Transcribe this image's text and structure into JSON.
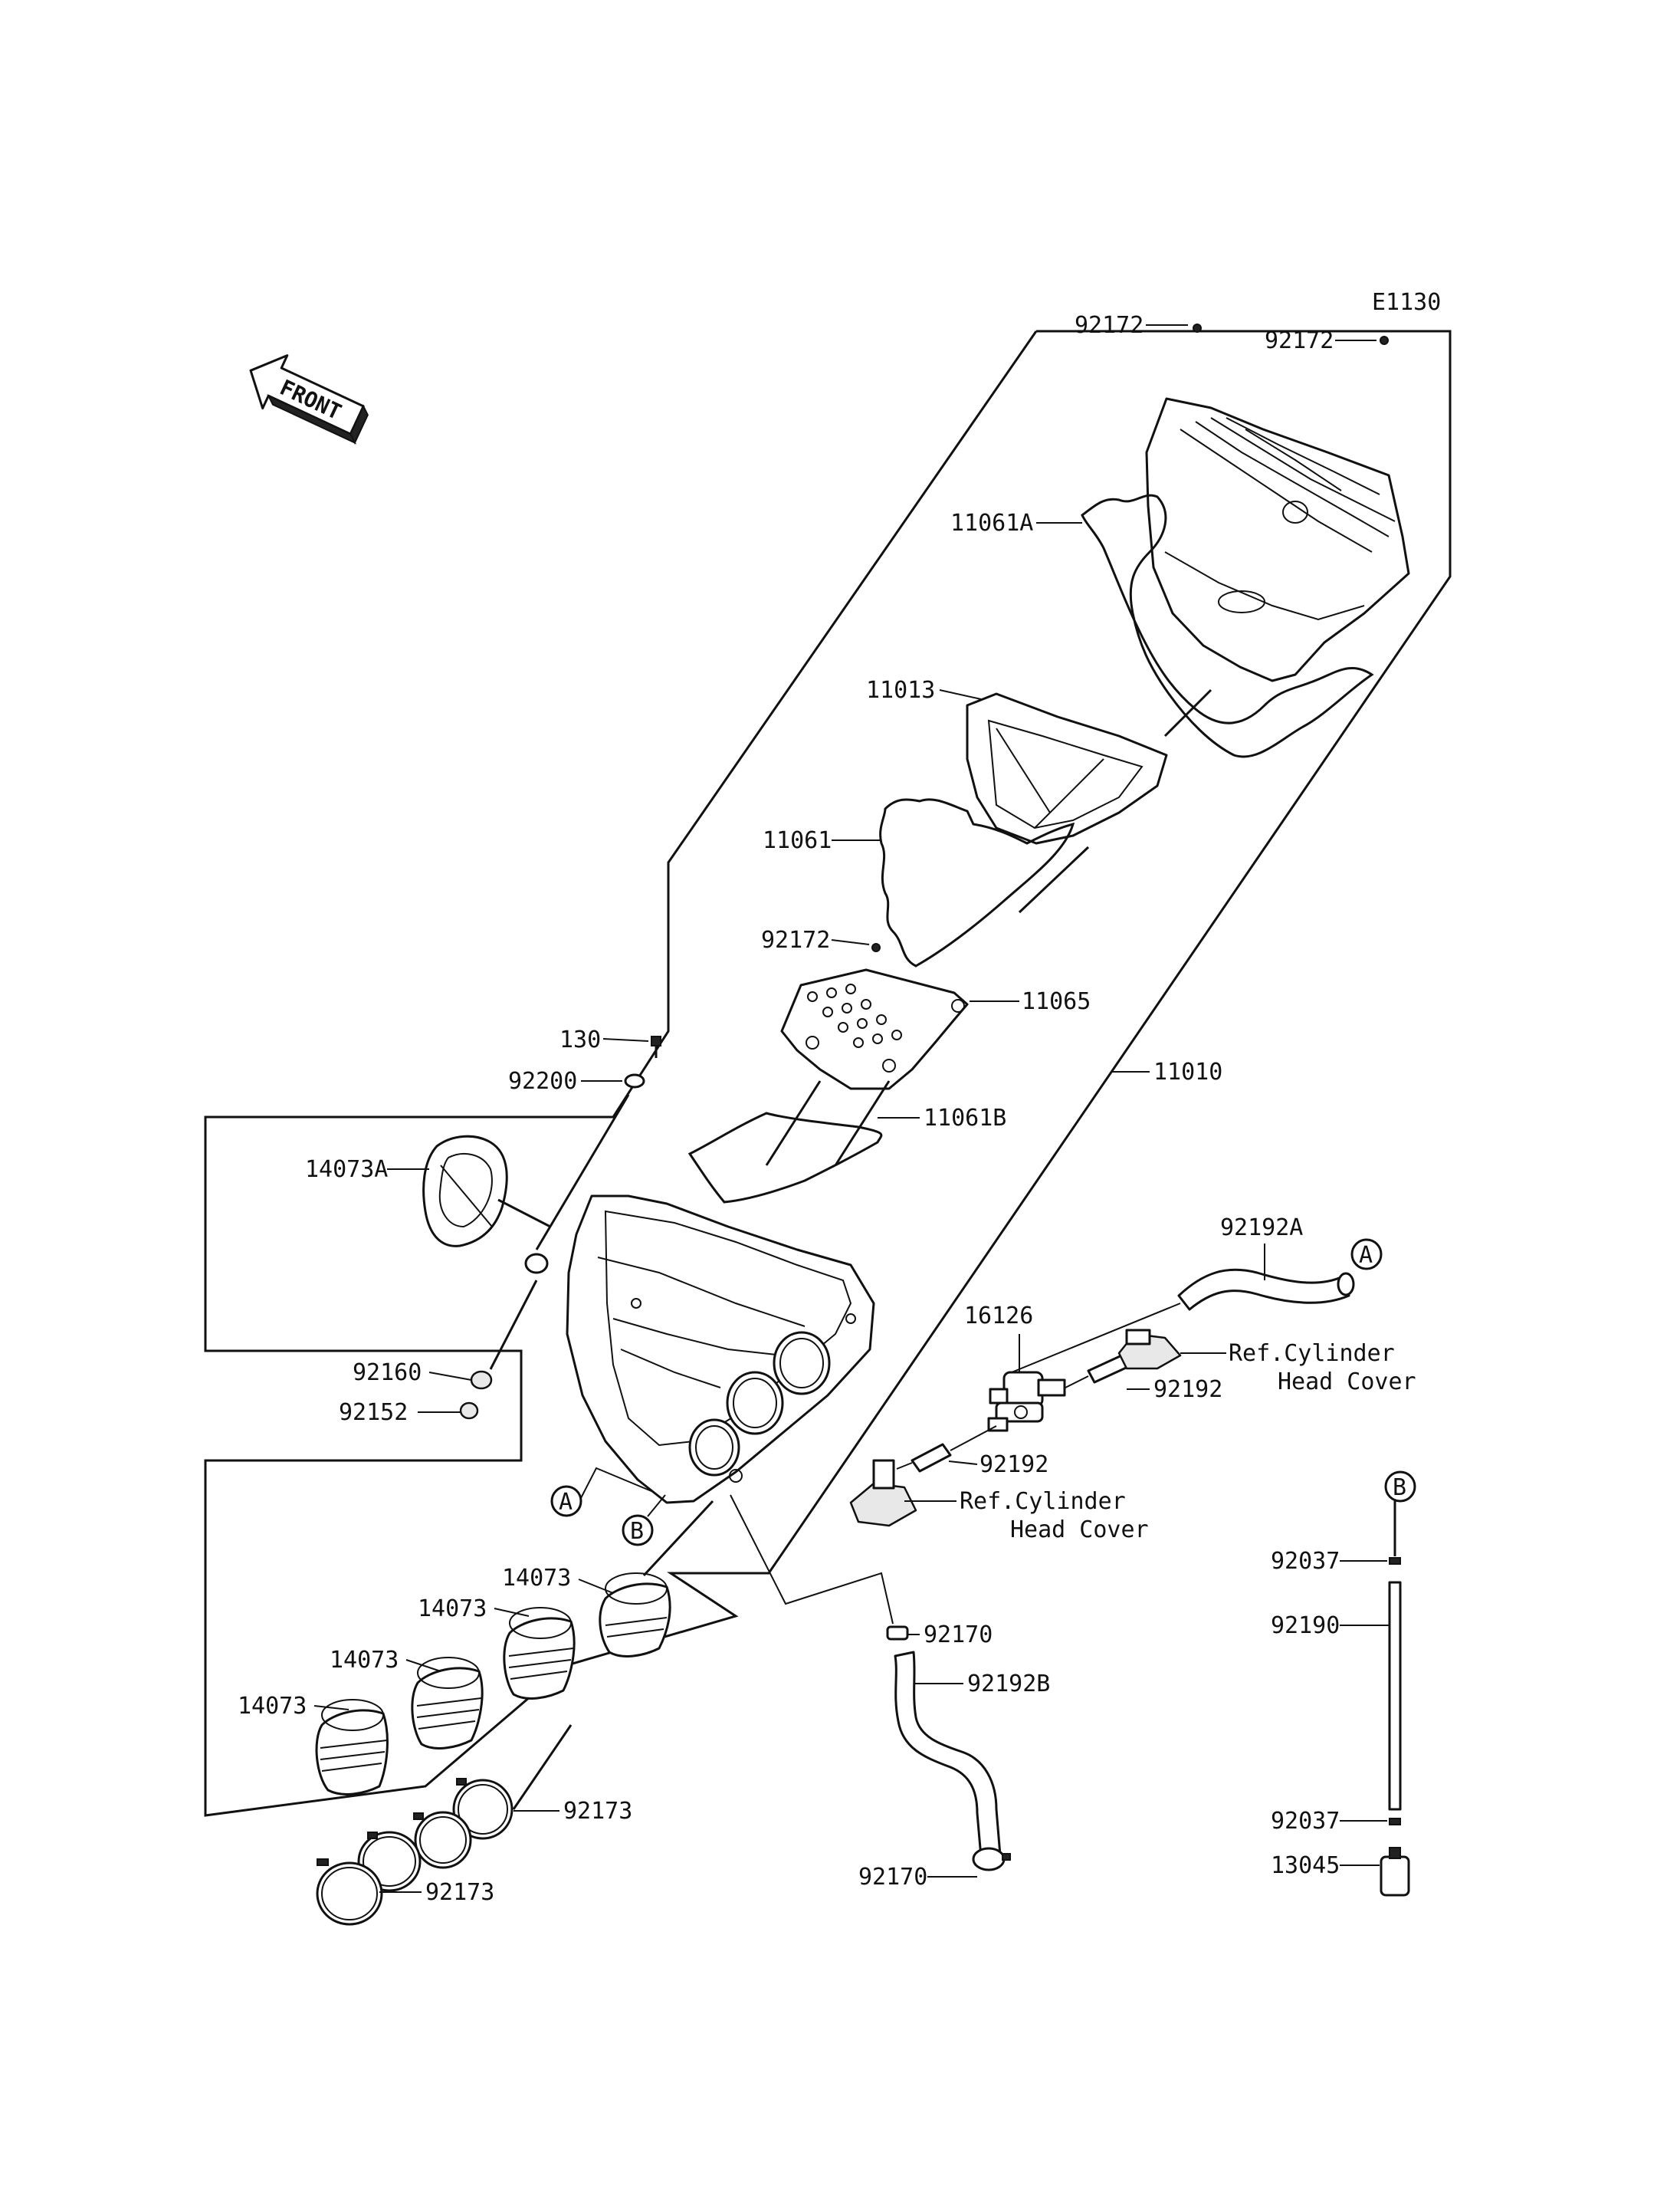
{
  "diagram_code": "E1130",
  "front_label": "FRONT",
  "callouts": {
    "a": "A",
    "b": "B"
  },
  "parts": {
    "p92172_top_left": "92172",
    "p92172_top_right": "92172",
    "p11061A": "11061A",
    "p11013": "11013",
    "p11061": "11061",
    "p92172_mid": "92172",
    "p11065": "11065",
    "p130": "130",
    "p92200": "92200",
    "p11061B": "11061B",
    "p11010": "11010",
    "p14073A": "14073A",
    "p92192A": "92192A",
    "p16126": "16126",
    "p92192_upper": "92192",
    "p92160": "92160",
    "p92152": "92152",
    "p92192_lower": "92192",
    "p14073_1": "14073",
    "p14073_2": "14073",
    "p14073_3": "14073",
    "p14073_4": "14073",
    "p92170_upper": "92170",
    "p92192B": "92192B",
    "p92173_upper": "92173",
    "p92173_lower": "92173",
    "p92170_lower": "92170",
    "p92037_upper": "92037",
    "p92190": "92190",
    "p92037_lower": "92037",
    "p13045": "13045"
  },
  "references": {
    "ref_upper_line1": "Ref.Cylinder",
    "ref_upper_line2": "Head Cover",
    "ref_lower_line1": "Ref.Cylinder",
    "ref_lower_line2": "Head Cover"
  }
}
